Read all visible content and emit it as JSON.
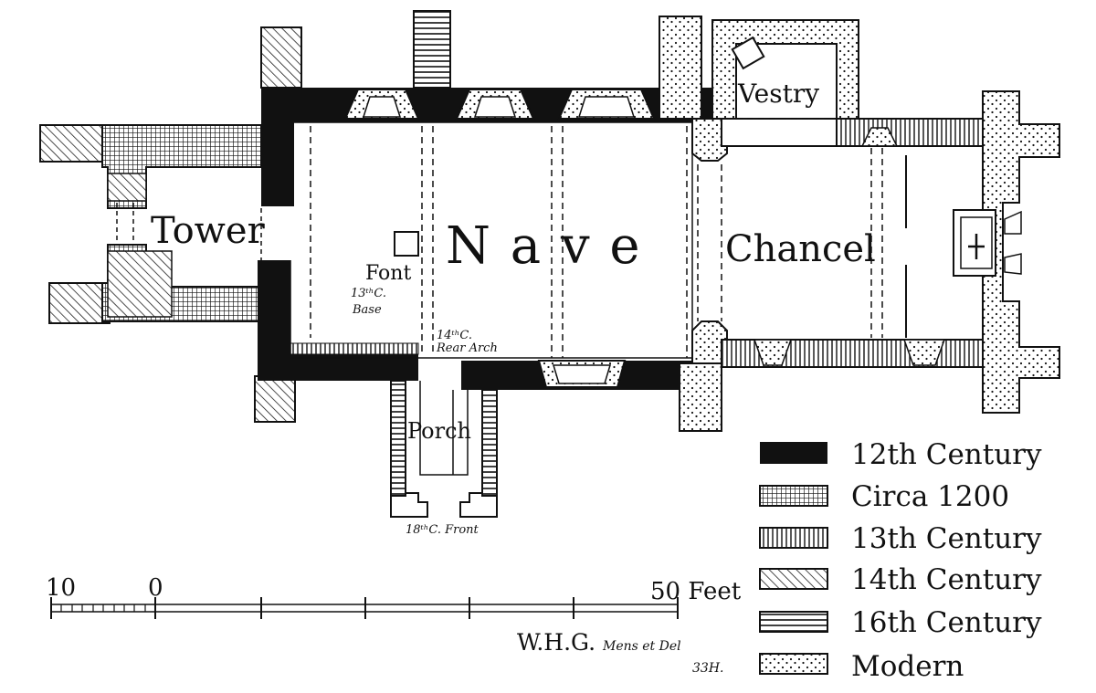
{
  "rooms": {
    "tower": "Tower",
    "nave": "N a v e",
    "chancel": "Chancel",
    "vestry": "Vestry",
    "porch": "Porch"
  },
  "annotations": {
    "font": "Font",
    "font_base_1": "13ᵗʰC.",
    "font_base_2": "Base",
    "rear_arch_1": "14ᵗʰC.",
    "rear_arch_2": "Rear Arch",
    "porch_front": "18ᵗʰC. Front"
  },
  "legend": [
    {
      "label": "12th Century",
      "pattern": "solid"
    },
    {
      "label": "Circa 1200",
      "pattern": "grid"
    },
    {
      "label": "13th Century",
      "pattern": "vertical"
    },
    {
      "label": "14th Century",
      "pattern": "diagonal"
    },
    {
      "label": "16th Century",
      "pattern": "horizontal"
    },
    {
      "label": "Modern",
      "pattern": "dots"
    }
  ],
  "scale": {
    "left_label": "10",
    "zero_label": "0",
    "right_label": "50 Feet"
  },
  "signature": {
    "name": "W.H.G.",
    "credit": "Mens et Del",
    "number": "33H."
  },
  "colors": {
    "ink": "#111111",
    "paper": "#ffffff"
  }
}
